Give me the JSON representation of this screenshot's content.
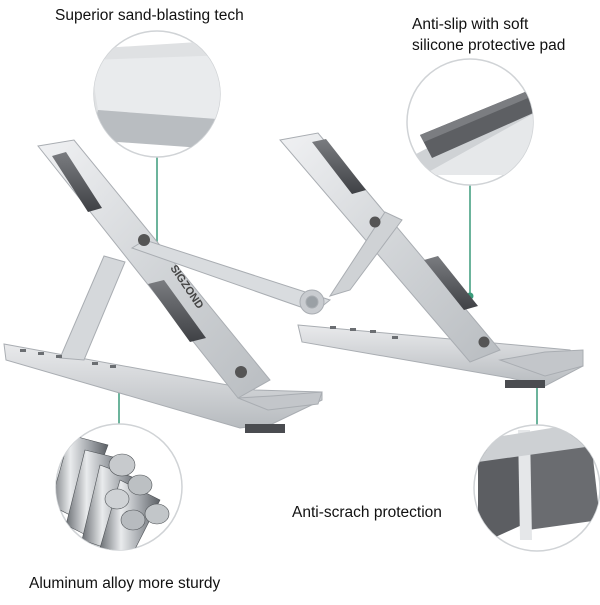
{
  "callouts": {
    "sandblasting": "Superior sand-blasting tech",
    "antislip_line1": "Anti-slip with soft",
    "antislip_line2": "silicone protective pad",
    "antiscratch": "Anti-scrach protection",
    "aluminum": "Aluminum alloy more sturdy"
  },
  "brand": "SIGZOND",
  "colors": {
    "callout_line": "#3a9b7b",
    "aluminum": "#d7dadd",
    "pad": "#5a5c60",
    "text": "#111111"
  }
}
